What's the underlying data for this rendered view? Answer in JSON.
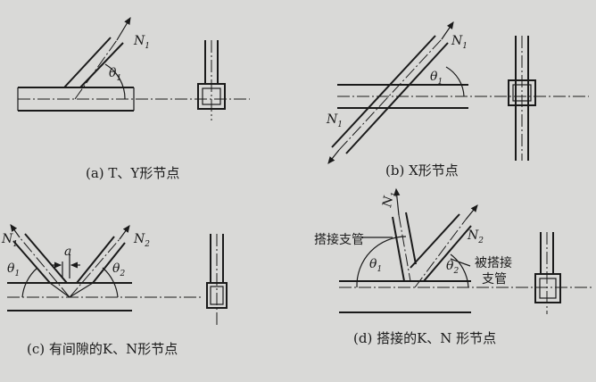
{
  "panels": {
    "a": {
      "caption": "(a) T、Y形节点",
      "force": "N",
      "force_sub": "1",
      "angle": "θ",
      "angle_sub": "1"
    },
    "b": {
      "caption": "(b)  X形节点",
      "force_top": "N",
      "force_top_sub": "1",
      "force_bottom": "N",
      "force_bottom_sub": "1",
      "angle": "θ",
      "angle_sub": "1"
    },
    "c": {
      "caption": "(c) 有间隙的K、N形节点",
      "force1": "N",
      "force1_sub": "1",
      "force2": "N",
      "force2_sub": "2",
      "angle1": "θ",
      "angle1_sub": "1",
      "angle2": "θ",
      "angle2_sub": "2",
      "gap": "a"
    },
    "d": {
      "caption": "(d) 搭接的K、N 形节点",
      "force1": "N",
      "force1_sub": "1",
      "force2": "N",
      "force2_sub": "2",
      "angle1": "θ",
      "angle1_sub": "1",
      "angle2": "θ",
      "angle2_sub": "2",
      "overlapping_brace": "搭接支管",
      "overlapped_brace_line1": "被搭接",
      "overlapped_brace_line2": "支管"
    }
  }
}
